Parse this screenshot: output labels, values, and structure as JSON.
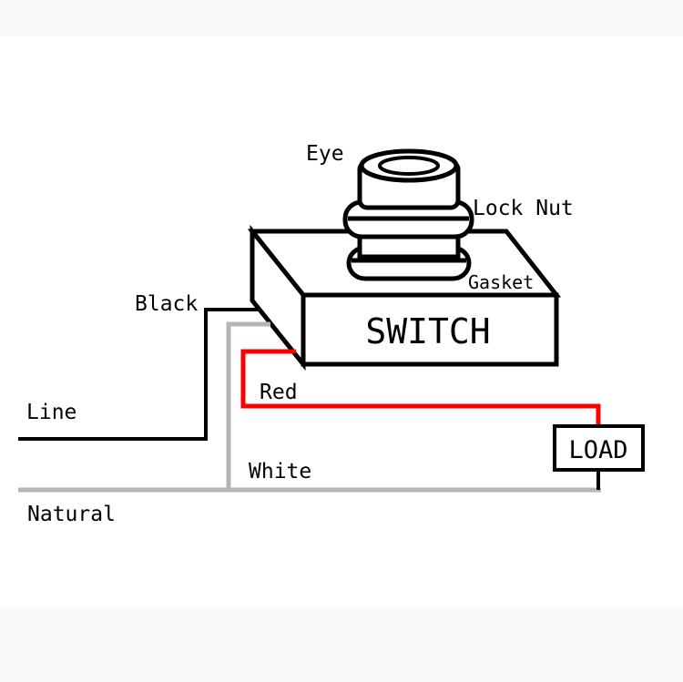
{
  "labels": {
    "eye": "Eye",
    "lock_nut": "Lock Nut",
    "gasket": "Gasket",
    "switch": "SWITCH",
    "black": "Black",
    "red": "Red",
    "line": "Line",
    "white": "White",
    "natural": "Natural",
    "load": "LOAD"
  },
  "colors": {
    "black_wire": "#000000",
    "red_wire": "#ff0000",
    "white_wire": "#b5b5b5",
    "outline": "#000000",
    "page_background": "#fafafa",
    "canvas_background": "#ffffff"
  }
}
